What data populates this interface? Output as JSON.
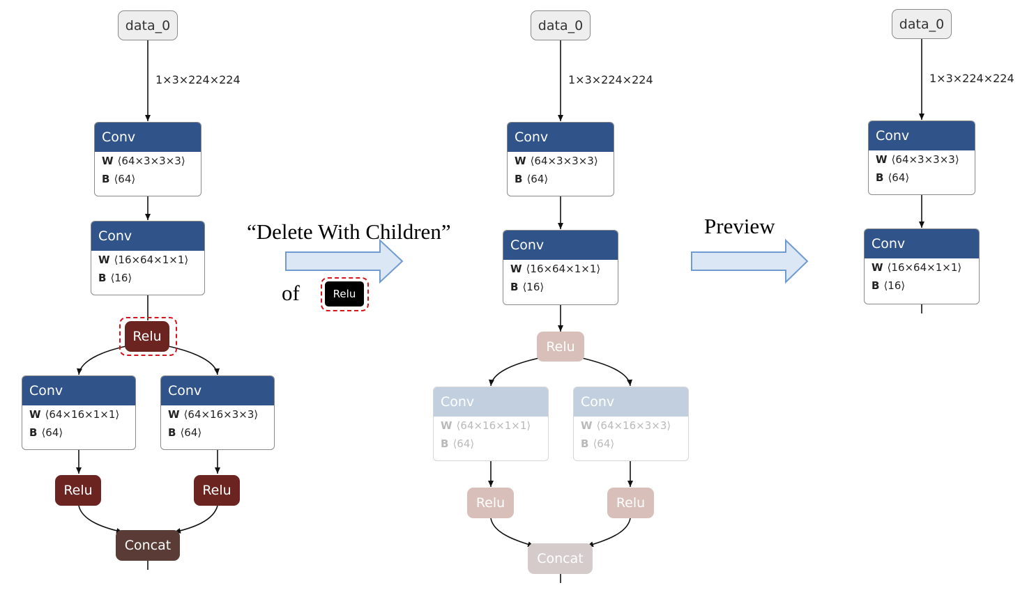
{
  "colors": {
    "conv_header": "#30548a",
    "relu": "#6b2420",
    "concat": "#5a3b35",
    "selection": "#d6141c",
    "arrow_fill": "#dbe7f4",
    "arrow_stroke": "#6f9bcf"
  },
  "captions": {
    "action": "“Delete With Children”",
    "of": "of",
    "selected_node": "Relu",
    "preview": "Preview"
  },
  "panel_original": {
    "input": "data_0",
    "input_shape": "1×3×224×224",
    "conv1": {
      "op": "Conv",
      "w_label": "W",
      "w": "⟨64×3×3×3⟩",
      "b_label": "B",
      "b": "⟨64⟩"
    },
    "conv2": {
      "op": "Conv",
      "w_label": "W",
      "w": "⟨16×64×1×1⟩",
      "b_label": "B",
      "b": "⟨16⟩"
    },
    "relu_sel": "Relu",
    "conv3": {
      "op": "Conv",
      "w_label": "W",
      "w": "⟨64×16×1×1⟩",
      "b_label": "B",
      "b": "⟨64⟩"
    },
    "conv4": {
      "op": "Conv",
      "w_label": "W",
      "w": "⟨64×16×3×3⟩",
      "b_label": "B",
      "b": "⟨64⟩"
    },
    "relu_left": "Relu",
    "relu_right": "Relu",
    "concat": "Concat"
  },
  "panel_marked": {
    "input": "data_0",
    "input_shape": "1×3×224×224",
    "conv1": {
      "op": "Conv",
      "w_label": "W",
      "w": "⟨64×3×3×3⟩",
      "b_label": "B",
      "b": "⟨64⟩"
    },
    "conv2": {
      "op": "Conv",
      "w_label": "W",
      "w": "⟨16×64×1×1⟩",
      "b_label": "B",
      "b": "⟨16⟩"
    },
    "relu_sel": "Relu",
    "conv3": {
      "op": "Conv",
      "w_label": "W",
      "w": "⟨64×16×1×1⟩",
      "b_label": "B",
      "b": "⟨64⟩"
    },
    "conv4": {
      "op": "Conv",
      "w_label": "W",
      "w": "⟨64×16×3×3⟩",
      "b_label": "B",
      "b": "⟨64⟩"
    },
    "relu_left": "Relu",
    "relu_right": "Relu",
    "concat": "Concat"
  },
  "panel_preview": {
    "input": "data_0",
    "input_shape": "1×3×224×224",
    "conv1": {
      "op": "Conv",
      "w_label": "W",
      "w": "⟨64×3×3×3⟩",
      "b_label": "B",
      "b": "⟨64⟩"
    },
    "conv2": {
      "op": "Conv",
      "w_label": "W",
      "w": "⟨16×64×1×1⟩",
      "b_label": "B",
      "b": "⟨16⟩"
    }
  }
}
